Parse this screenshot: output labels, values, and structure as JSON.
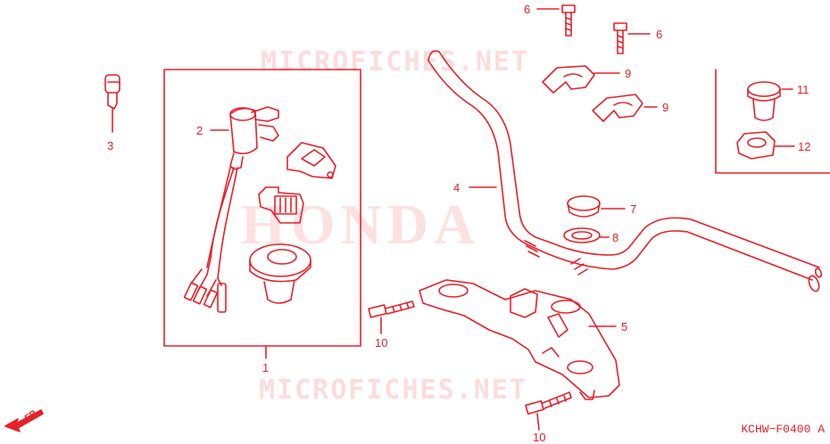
{
  "watermarks": {
    "top": "MICROFICHES.NET",
    "bottom": "MICROFICHES.NET",
    "center": "HONDA"
  },
  "callouts": {
    "n1": "1",
    "n2": "2",
    "n3": "3",
    "n4": "4",
    "n5": "5",
    "n6a": "6",
    "n6b": "6",
    "n7": "7",
    "n8": "8",
    "n9a": "9",
    "n9b": "9",
    "n10a": "10",
    "n10b": "10",
    "n11": "11",
    "n12": "12"
  },
  "direction_label": "FR.",
  "diagram_code": "KCHW−F0400 A",
  "colors": {
    "line": "#e8202a",
    "watermark": "#f2b8b8",
    "background": "#ffffff"
  }
}
